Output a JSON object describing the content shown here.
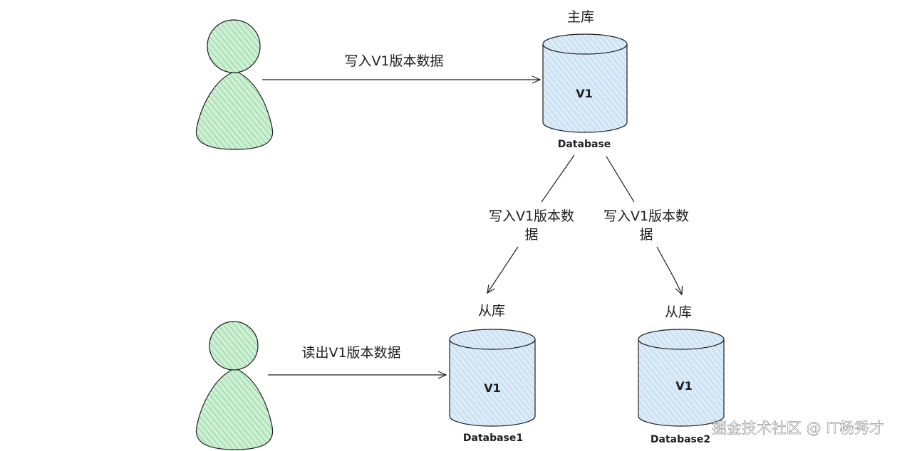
{
  "diagram": {
    "master": {
      "title": "主库",
      "caption": "Database",
      "version": "V1"
    },
    "slave1": {
      "title": "从库",
      "caption": "Database1",
      "version": "V1"
    },
    "slave2": {
      "title": "从库",
      "caption": "Database2",
      "version": "V1"
    },
    "edges": {
      "write_main": "写入V1版本数据",
      "sync_left_line1": "写入V1版本数",
      "sync_left_line2": "据",
      "sync_right_line1": "写入V1版本数",
      "sync_right_line2": "据",
      "read_slave": "读出V1版本数据"
    },
    "watermark": "掘金技术社区 @ IT杨秀才"
  },
  "colors": {
    "person_fill": "#b2f2bb",
    "person_stroke": "#1e1e1e",
    "db_fill": "#d0e4f5",
    "line": "#1e1e1e"
  }
}
